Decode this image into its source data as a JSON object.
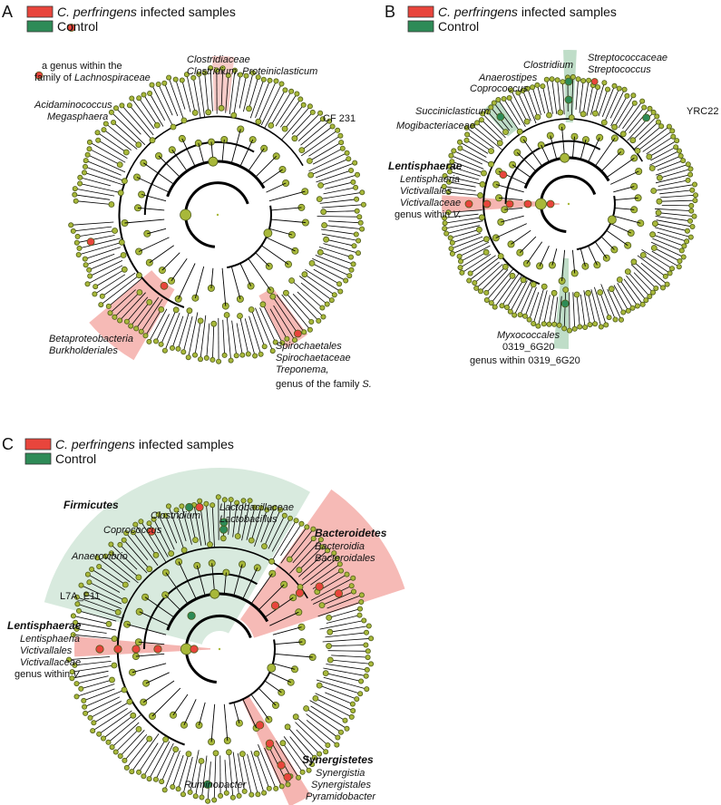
{
  "colors": {
    "infected": "#e8453c",
    "control": "#2e8b57",
    "node": "#a8b83a",
    "node_stroke": "#4d5a1a",
    "red_shade": "#f3a39d",
    "green_shade": "#b8d9c2"
  },
  "panels": [
    {
      "letter": "A",
      "legend": {
        "infected_italic": "C. perfringens",
        "infected_rest": " infected samples",
        "control": "Control"
      },
      "labels": [
        {
          "lines": [
            "a genus within the",
            "family of Lachnospiraceae"
          ],
          "italic_parts": [
            "",
            "Lachnospiraceae"
          ]
        },
        {
          "lines": [
            "Clostridiaceae",
            "Clostridium, Proteiniclasticum"
          ]
        },
        {
          "lines": [
            "Acidaminococcus",
            "Megasphaera"
          ]
        },
        {
          "lines": [
            "CF 231"
          ]
        },
        {
          "lines": [
            "Betaproteobacteria",
            "Burkholderiales"
          ]
        },
        {
          "lines": [
            "Spirochaetales",
            "Spirochaetaceae",
            "Treponema,",
            "genus of the family S."
          ]
        }
      ]
    },
    {
      "letter": "B",
      "legend": {
        "infected_italic": "C. perfringens",
        "infected_rest": " infected samples",
        "control": "Control"
      },
      "labels": [
        {
          "lines": [
            "Clostridium"
          ]
        },
        {
          "lines": [
            "Streptococcaceae",
            "Streptococcus"
          ]
        },
        {
          "lines": [
            "Anaerostipes",
            "Coprococcus"
          ]
        },
        {
          "lines": [
            "YRC22"
          ]
        },
        {
          "lines": [
            "Succiniclasticum",
            "Mogibacteriaceae"
          ]
        },
        {
          "lines": [
            "Lentisphaerae",
            "Lentisphaeria",
            "Victivallales",
            "Victivallaceae",
            "genus within V."
          ]
        },
        {
          "lines": [
            "Myxococcales",
            "0319_6G20",
            "genus within 0319_6G20"
          ]
        }
      ]
    },
    {
      "letter": "C",
      "legend": {
        "infected_italic": "C. perfringens",
        "infected_rest": " infected samples",
        "control": "Control"
      },
      "labels": [
        {
          "lines": [
            "Firmicutes"
          ]
        },
        {
          "lines": [
            "Clostridium"
          ]
        },
        {
          "lines": [
            "Coprococcus"
          ]
        },
        {
          "lines": [
            "Lactobacillaceae",
            "Lactobacillus"
          ]
        },
        {
          "lines": [
            "Bacteroidetes",
            "Bacteroidia",
            "Bacteroidales"
          ]
        },
        {
          "lines": [
            "Anaerovibrio"
          ]
        },
        {
          "lines": [
            "L7A_E11"
          ]
        },
        {
          "lines": [
            "Lentisphaerae",
            "Lentisphaeria",
            "Victivallales",
            "Victivallaceae",
            "genus within V."
          ]
        },
        {
          "lines": [
            "Synergistetes",
            "Synergistia",
            "Synergistales",
            "Pyramidobacter"
          ]
        },
        {
          "lines": [
            "Ruminobacter"
          ]
        }
      ]
    }
  ]
}
